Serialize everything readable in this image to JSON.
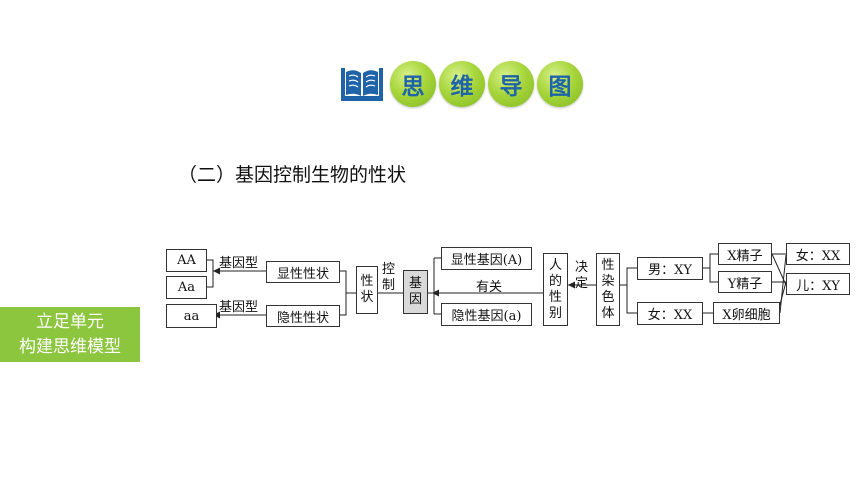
{
  "header": {
    "icon": "open-book-icon",
    "title_chars": [
      "思",
      "维",
      "导",
      "图"
    ],
    "colors": {
      "circle": "#a8d63c",
      "text": "#1f64a8",
      "book": "#1f64a8"
    }
  },
  "subtitle": "（二）基因控制生物的性状",
  "side_tag": {
    "line1": "立足单元",
    "line2": "构建思维模型",
    "color": "#8cc63f"
  },
  "diagram": {
    "genotypes": {
      "aa_upper": "AA",
      "aa_mixed": "Aa",
      "aa_lower": "aa"
    },
    "label_type_top": "基因型",
    "label_type_bottom": "基因型",
    "dominant_trait": "显性性状",
    "recessive_trait": "隐性性状",
    "trait_chars": [
      "性",
      "状"
    ],
    "control_chars": [
      "控",
      "制"
    ],
    "gene_chars": [
      "基",
      "因"
    ],
    "dominant_gene": "显性基因(A)",
    "recessive_gene": "隐性基因(a)",
    "related": "有关",
    "sex_chars": [
      "人",
      "的",
      "性",
      "别"
    ],
    "decide_chars": [
      "决",
      "定"
    ],
    "chromosome_chars": [
      "性",
      "染",
      "色",
      "体"
    ],
    "male": "男：XY",
    "female": "女：XX",
    "x_sperm": "X精子",
    "y_sperm": "Y精子",
    "x_egg": "X卵细胞",
    "daughter": "女：XX",
    "son": "儿：XY"
  }
}
